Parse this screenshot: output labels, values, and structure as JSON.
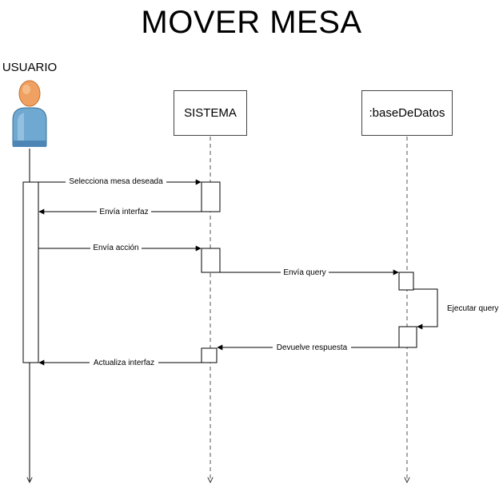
{
  "diagram": {
    "title": "MOVER MESA",
    "actor": {
      "label": "USUARIO",
      "icon": "person-icon",
      "colors": {
        "head": "#f0a060",
        "body": "#6fa8d0"
      }
    },
    "lifelines": [
      {
        "id": "sistema",
        "label": "SISTEMA"
      },
      {
        "id": "bd",
        "label": ":baseDeDatos"
      }
    ],
    "messages": [
      {
        "label": "Selecciona mesa deseada",
        "from": "usuario",
        "to": "sistema"
      },
      {
        "label": "Envía interfaz",
        "from": "sistema",
        "to": "usuario"
      },
      {
        "label": "Envía acción",
        "from": "usuario",
        "to": "sistema"
      },
      {
        "label": "Envía query",
        "from": "sistema",
        "to": "bd"
      },
      {
        "label": "Ejecutar query",
        "from": "bd",
        "to": "bd"
      },
      {
        "label": "Devuelve respuesta",
        "from": "bd",
        "to": "sistema"
      },
      {
        "label": "Actualiza interfaz",
        "from": "sistema",
        "to": "usuario"
      }
    ]
  }
}
